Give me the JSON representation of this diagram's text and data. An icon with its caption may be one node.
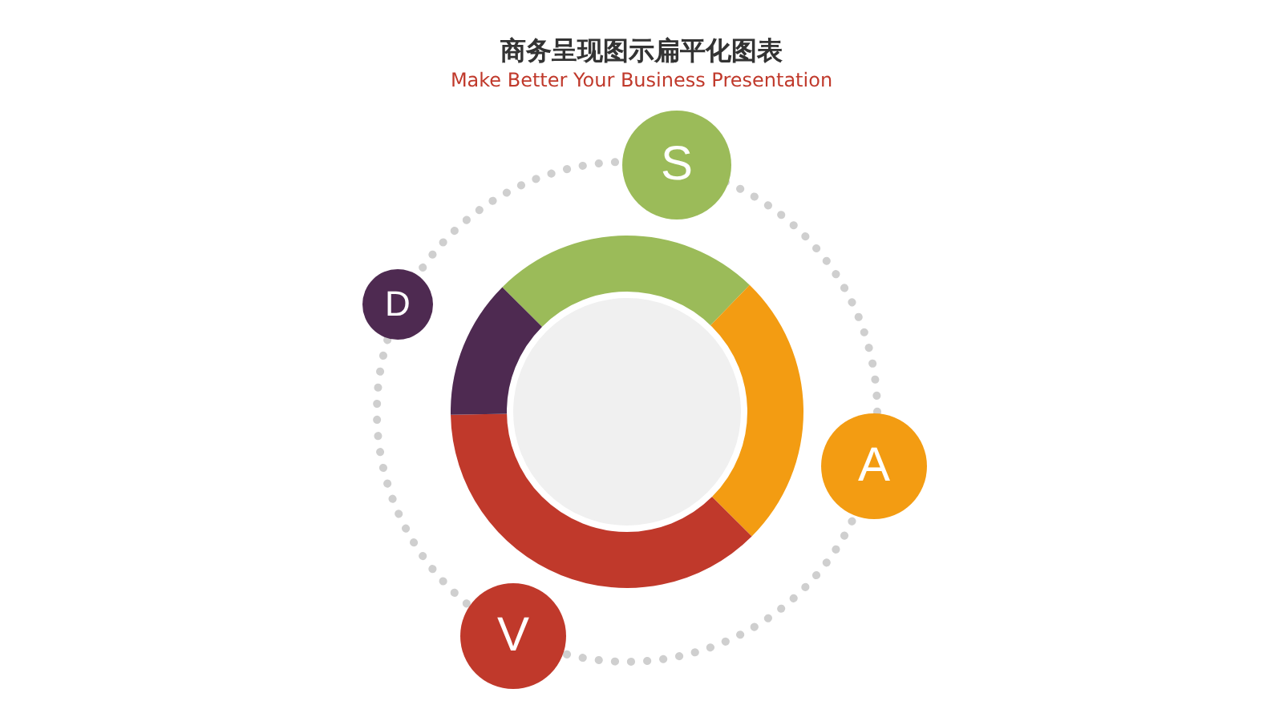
{
  "diagram": {
    "title": "商务呈现图示扁平化图表",
    "caption": "Make Better Your Business Presentation",
    "nodes": [
      {
        "text": [
          "S"
        ]
      },
      {
        "text": [
          "A"
        ]
      },
      {
        "text": [
          "V"
        ]
      },
      {
        "text": [
          "D"
        ]
      }
    ]
  }
}
